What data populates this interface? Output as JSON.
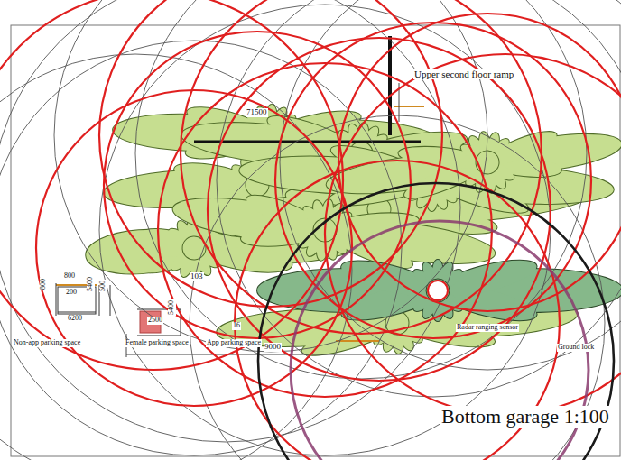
{
  "diagram": {
    "labels": [
      "Upper second floor ramp",
      "71500",
      "103",
      "800",
      "800",
      "200",
      "5400",
      "500",
      "6200",
      "Non-app parking space",
      "2500",
      "5400",
      "Female parking space",
      "App parking space",
      "16",
      "9000",
      "Radar ranging sensor",
      "Ground lock",
      "Bottom garage 1:100"
    ]
  }
}
